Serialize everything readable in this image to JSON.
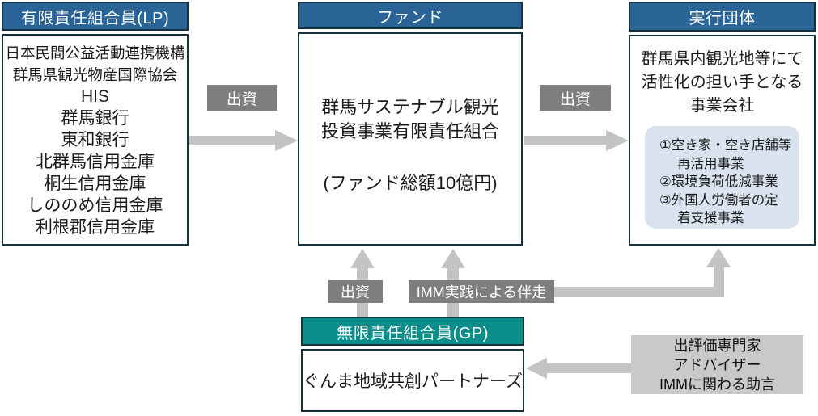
{
  "lp_box": {
    "title": "有限責任組合員(LP)",
    "members": [
      "日本民間公益活動連携機構",
      "群馬県観光物産国際協会",
      "HIS",
      "群馬銀行",
      "東和銀行",
      "北群馬信用金庫",
      "桐生信用金庫",
      "しののめ信用金庫",
      "利根郡信用金庫"
    ]
  },
  "fund_box": {
    "title": "ファンド",
    "name_line1": "群馬サステナブル観光",
    "name_line2": "投資事業有限責任組合",
    "total": "(ファンド総額10億円)"
  },
  "executor_box": {
    "title": "実行団体",
    "description": [
      "群馬県内観光地等にて",
      "活性化の担い手となる",
      "事業会社"
    ],
    "businesses": [
      "①空き家・空き店舗等",
      "再活用事業",
      "②環境負荷低減事業",
      "③外国人労働者の定",
      "着支援事業"
    ]
  },
  "gp_box": {
    "title": "無限責任組合員(GP)",
    "name": "ぐんま地域共創パートナーズ"
  },
  "advisor_box": {
    "lines": [
      "出評価専門家",
      "アドバイザー",
      "IMMに関わる助言"
    ]
  },
  "labels": {
    "lp_to_fund": "出資",
    "fund_to_executor": "出資",
    "gp_to_fund": "出資",
    "imm": "IMM実践による伴走"
  },
  "colors": {
    "header_blue": "#2A6496",
    "header_teal": "#0B8D8C",
    "border_dark": "#16303C",
    "label_gray": "#7E7E7E",
    "arrow_gray": "#C3C3C3",
    "advisor_gray": "#C9C9C9",
    "subbox_blue": "#D9E3F0"
  }
}
